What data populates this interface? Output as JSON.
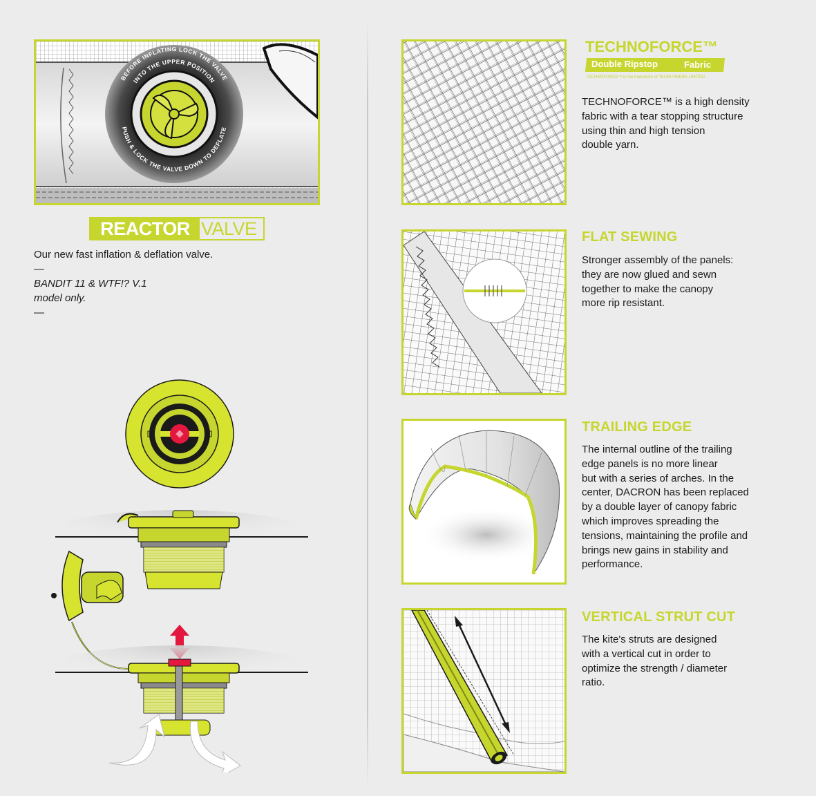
{
  "reactor": {
    "title_bold": "REACTOR",
    "title_light": "VALVE",
    "description": "Our new fast inflation & deflation valve.",
    "dash1": "—",
    "models_line1": "BANDIT 11 & WTF!? V.1",
    "models_line2": "model only.",
    "dash2": "—",
    "valve_ring_top": "BEFORE INFLATING LOCK THE VALVE",
    "valve_ring_top2": "INTO THE UPPER POSITION",
    "valve_ring_bottom": "PUSH & LOCK THE VALVE DOWN TO DEFLATE"
  },
  "technoforce": {
    "logo_title": "TECHNOFORCE™",
    "logo_tag_a": "Double Ripstop",
    "logo_tag_b": "Fabric",
    "logo_trademark": "TECHNOFORCE™ is the trademark of TEIJIN FIBERS LIMITED",
    "lines": [
      "TECHNOFORCE™ is a high density",
      "fabric with a tear stopping structure",
      "using thin and high tension",
      "double yarn."
    ]
  },
  "flat_sewing": {
    "title": "FLAT SEWING",
    "lines": [
      "Stronger assembly of the panels:",
      "they are now glued and sewn",
      "together to make the canopy",
      "more rip resistant."
    ]
  },
  "trailing_edge": {
    "title": "TRAILING EDGE",
    "lines": [
      "The internal outline of the trailing",
      "edge panels is no more linear",
      "but with a series of arches. In the",
      "center, DACRON has been replaced",
      "by a double layer of canopy fabric",
      "which improves spreading the",
      "tensions, maintaining the profile and",
      "brings new gains in stability and",
      "performance."
    ]
  },
  "strut": {
    "title": "VERTICAL STRUT CUT",
    "lines": [
      "The kite's struts are designed",
      "with a vertical cut in order to",
      "optimize the strength / diameter",
      "ratio."
    ]
  },
  "colors": {
    "accent": "#c6d62e",
    "arrow_red": "#e4173f",
    "background": "#ececec"
  }
}
